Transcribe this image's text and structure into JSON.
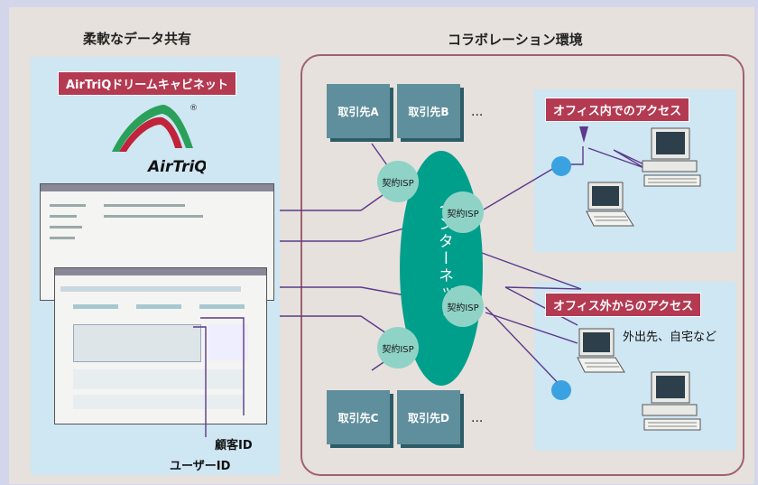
{
  "headings": {
    "flexible_sharing": "柔軟なデータ共有",
    "collaboration": "コラボレーション環境"
  },
  "left": {
    "product_banner": "AirTriQドリームキャビネット",
    "logo_text": "AirTriQ",
    "logo_mark": "®",
    "customer_id": "顧客ID",
    "user_id": "ユーザーID"
  },
  "internet": {
    "label": "インターネット",
    "isp_label": "契約ISP"
  },
  "partners": {
    "a": "取引先A",
    "b": "取引先B",
    "c": "取引先C",
    "d": "取引先D",
    "ellipsis": "..."
  },
  "offices": {
    "inside_title": "オフィス内でのアクセス",
    "outside_title": "オフィス外からのアクセス",
    "outside_note": "外出先、自宅など"
  },
  "colors": {
    "banner": "#b43a52",
    "internet": "#009f8c",
    "isp": "#8fd3c7",
    "partner": "#5f8f9c",
    "line": "#5b3a8c",
    "wireless_node": "#3aa2e0"
  }
}
